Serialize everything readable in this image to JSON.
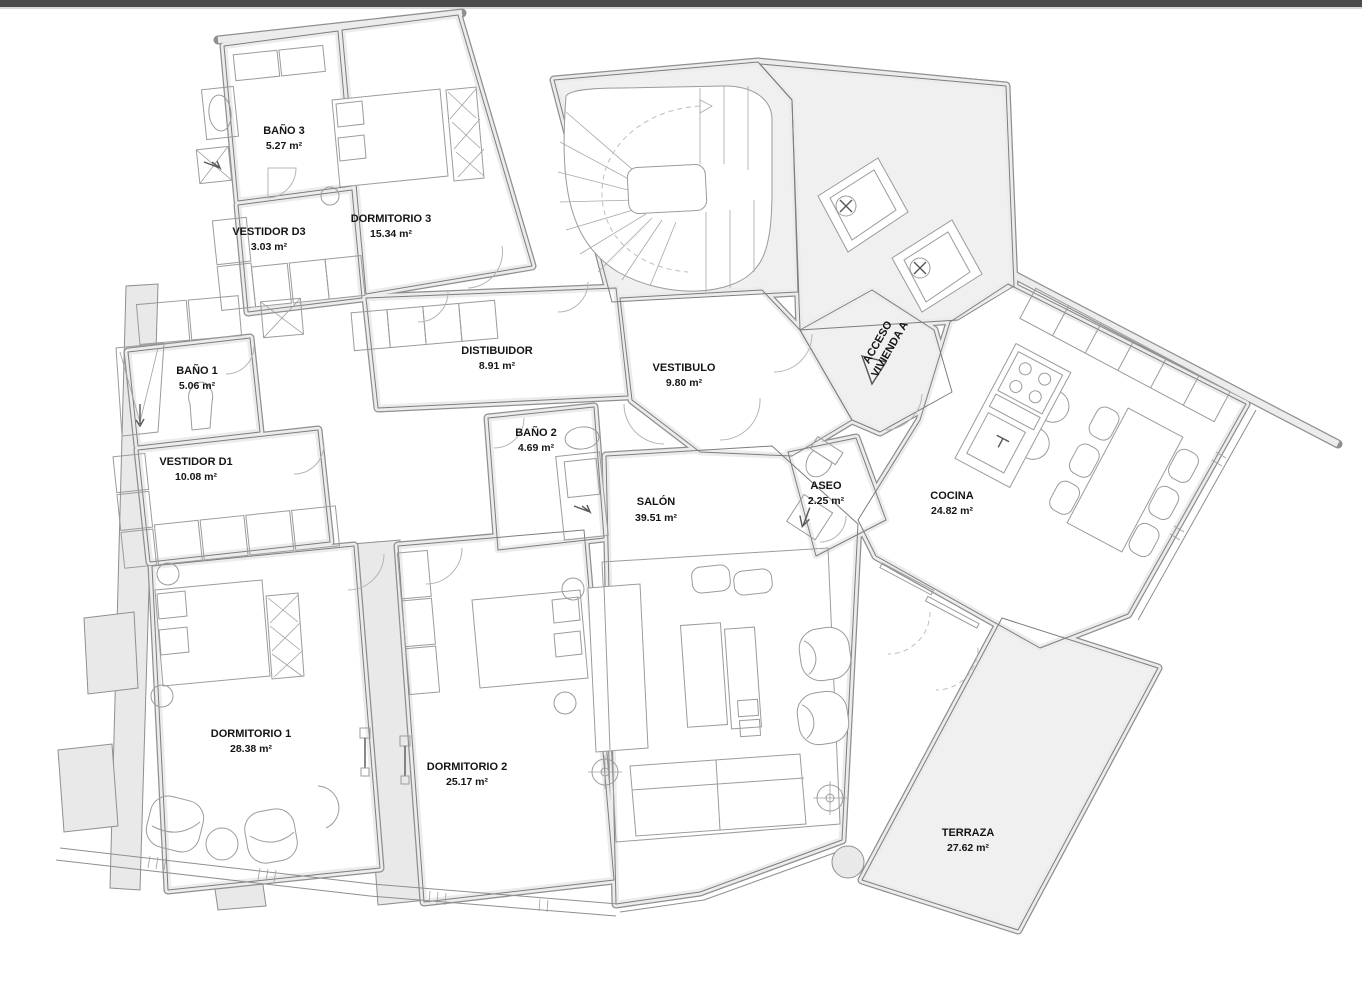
{
  "page": {
    "background": "#ffffff",
    "topbar_color": "#4c4c4c",
    "wall_fill": "#ececec",
    "wall_edge": "#8f8f8f",
    "line_color": "#9b9b9b",
    "text_color": "#151515"
  },
  "plan": {
    "type": "apartment-floor-plan",
    "units": "m²",
    "rooms": [
      {
        "id": "bano3",
        "label": "BAÑO 3",
        "area": "5.27 m²"
      },
      {
        "id": "dormitorio3",
        "label": "DORMITORIO 3",
        "area": "15.34 m²"
      },
      {
        "id": "vestidor_d3",
        "label": "VESTIDOR D3",
        "area": "3.03 m²"
      },
      {
        "id": "bano1",
        "label": "BAÑO 1",
        "area": "5.06 m²"
      },
      {
        "id": "vestidor_d1",
        "label": "VESTIDOR D1",
        "area": "10.08 m²"
      },
      {
        "id": "distibuidor",
        "label": "DISTIBUIDOR",
        "area": "8.91 m²"
      },
      {
        "id": "vestibulo",
        "label": "VESTIBULO",
        "area": "9.80 m²"
      },
      {
        "id": "bano2",
        "label": "BAÑO 2",
        "area": "4.69 m²"
      },
      {
        "id": "salon",
        "label": "SALÓN",
        "area": "39.51 m²"
      },
      {
        "id": "aseo",
        "label": "ASEO",
        "area": "2.25 m²"
      },
      {
        "id": "cocina",
        "label": "COCINA",
        "area": "24.82 m²"
      },
      {
        "id": "dormitorio1",
        "label": "DORMITORIO 1",
        "area": "28.38 m²"
      },
      {
        "id": "dormitorio2",
        "label": "DORMITORIO 2",
        "area": "25.17 m²"
      },
      {
        "id": "terraza",
        "label": "TERRAZA",
        "area": "27.62 m²"
      }
    ],
    "access": {
      "line1": "ACCESO",
      "line2": "VIVIENDA A"
    },
    "features": [
      "spiral-staircase-icon",
      "elevator-icon",
      "elevator-icon",
      "bed-icon",
      "bed-icon",
      "bed-icon",
      "sofa-icon",
      "dining-table-icon",
      "kitchen-island-icon",
      "bathtub-icon",
      "shower-icon",
      "toilet-icon"
    ]
  }
}
